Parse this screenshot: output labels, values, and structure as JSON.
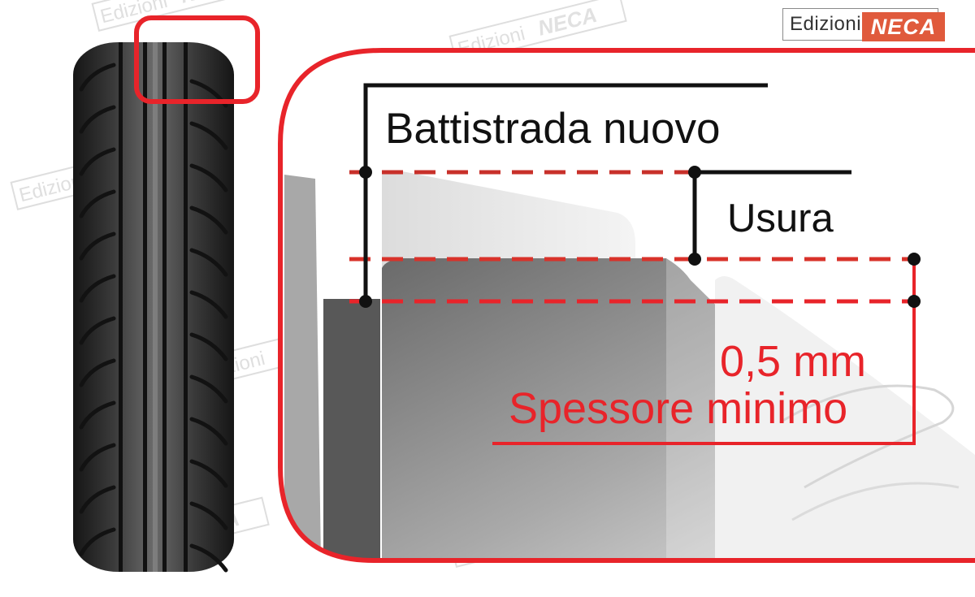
{
  "logo": {
    "word": "Edizioni",
    "brand": "NECA",
    "brand_color": "#e05a3c"
  },
  "watermark": {
    "word": "Edizioni",
    "brand": "NECA"
  },
  "labels": {
    "new_tread": "Battistrada nuovo",
    "wear": "Usura",
    "thickness_value": "0,5 mm",
    "min_thickness": "Spessore minimo"
  },
  "colors": {
    "highlight": "#e8242a",
    "dashed_lines": "#c8302a",
    "leaders": "#111111",
    "tire": "#2c2c2c"
  },
  "icons": [
    "tire-front-view",
    "tread-cross-section"
  ]
}
